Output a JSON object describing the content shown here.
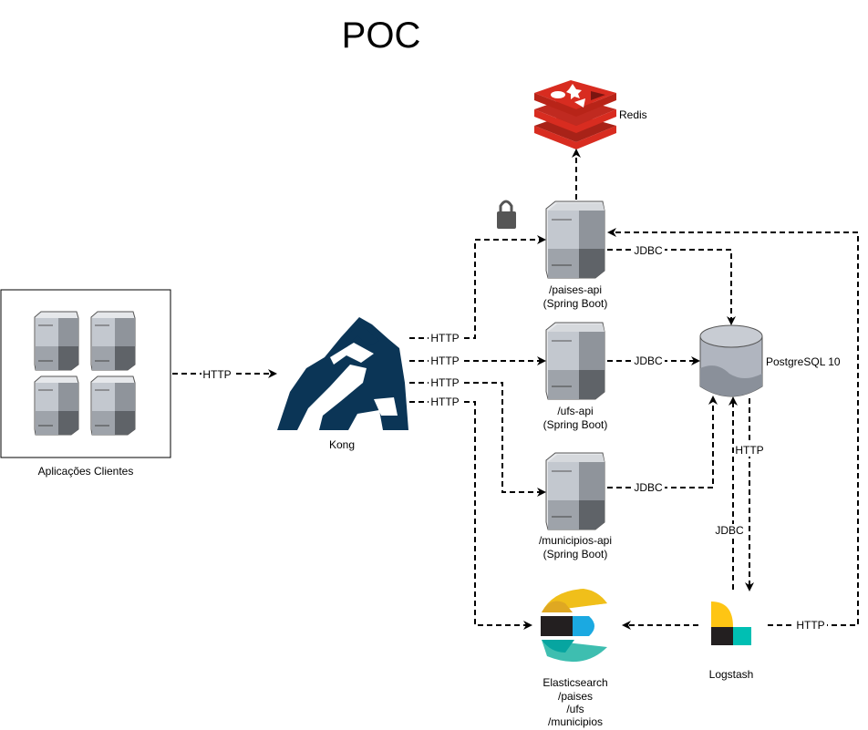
{
  "title": "POC",
  "nodes": {
    "clients": "Aplicações Clientes",
    "kong": "Kong",
    "redis": "Redis",
    "paises_line1": "/paises-api",
    "paises_line2": "(Spring Boot)",
    "ufs_line1": "/ufs-api",
    "ufs_line2": "(Spring Boot)",
    "municipios_line1": "/municipios-api",
    "municipios_line2": "(Spring Boot)",
    "postgres": "PostgreSQL 10",
    "es_line1": "Elasticsearch",
    "es_line2": "/paises",
    "es_line3": "/ufs",
    "es_line4": "/municipios",
    "logstash": "Logstash"
  },
  "edges": {
    "clients_kong": "HTTP",
    "kong_paises": "HTTP",
    "kong_ufs": "HTTP",
    "kong_municipios": "HTTP",
    "kong_es": "HTTP",
    "paises_pg": "JDBC",
    "ufs_pg": "JDBC",
    "municipios_pg": "JDBC",
    "pg_logstash": "HTTP",
    "logstash_pg": "JDBC",
    "logstash_paises": "HTTP"
  },
  "colors": {
    "kong": "#0b3556",
    "redis": "#d82c20",
    "server_light": "#c3c8cf",
    "server_dark": "#5f6368",
    "db": "#b0b5bf",
    "es_yellow": "#f0bf1a",
    "es_blue": "#1ba9e1",
    "es_teal": "#3ebeb0",
    "logstash_yellow": "#fec514",
    "logstash_teal": "#00bfb3"
  },
  "icons": [
    "server-icon",
    "kong-gorilla-icon",
    "redis-icon",
    "lock-icon",
    "database-icon",
    "elasticsearch-icon",
    "logstash-icon"
  ]
}
